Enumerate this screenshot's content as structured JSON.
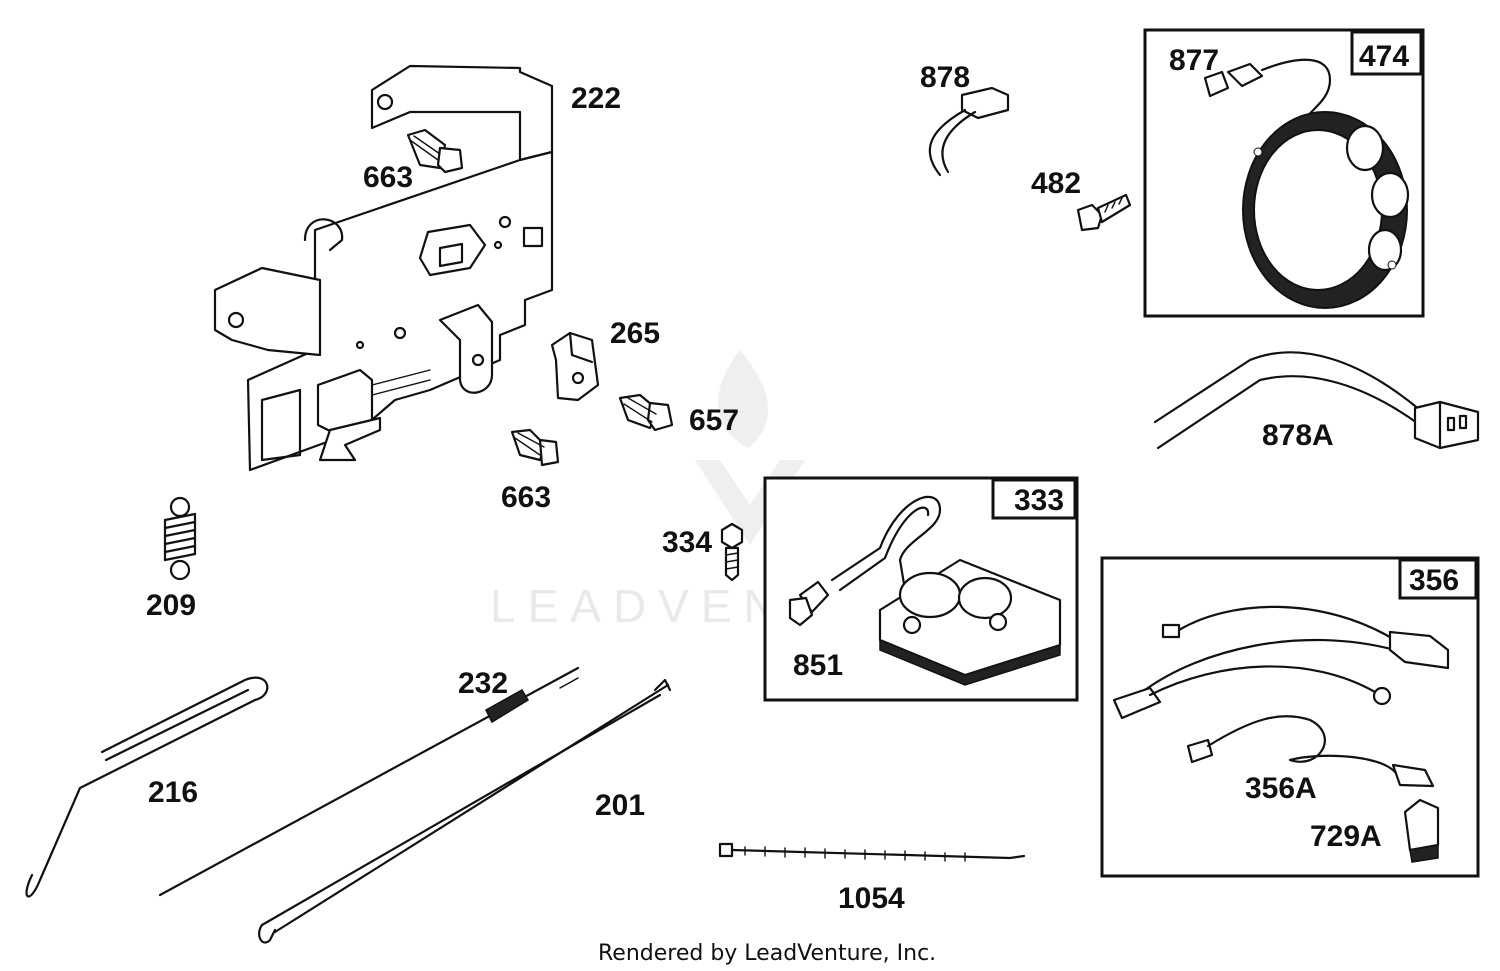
{
  "watermark": "LEADVENTURE",
  "credit": "Rendered by LeadVenture, Inc.",
  "part_labels": {
    "p222": "222",
    "p663a": "663",
    "p663b": "663",
    "p265": "265",
    "p657": "657",
    "p209": "209",
    "p334": "334",
    "p232": "232",
    "p216": "216",
    "p201": "201",
    "p1054": "1054",
    "p878": "878",
    "p482": "482",
    "p877": "877",
    "p878A": "878A",
    "p851": "851",
    "p356A": "356A",
    "p729A": "729A"
  },
  "kit_boxes": {
    "k474": "474",
    "k333": "333",
    "k356": "356"
  },
  "icons": [
    "bracket-222",
    "spring-209",
    "screw-663",
    "screw-657",
    "screw-334",
    "screw-482",
    "clip-265",
    "link-216",
    "spring-link-232",
    "rod-201",
    "cable-tie-1054",
    "wire-878",
    "alternator-877",
    "harness-878A",
    "ignition-coil-333",
    "spark-plug-boot-851",
    "harness-356A",
    "clip-729A"
  ]
}
